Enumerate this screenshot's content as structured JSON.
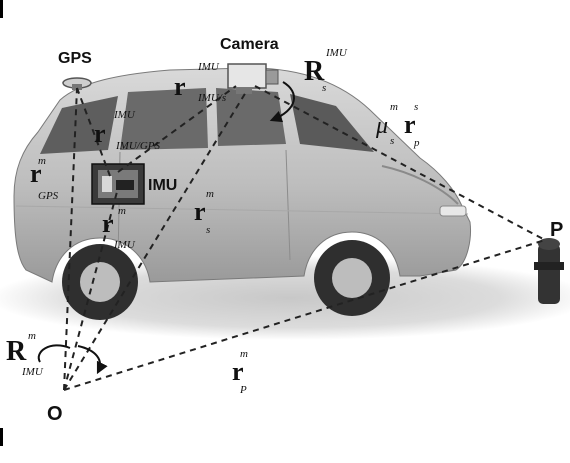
{
  "diagram": {
    "labels": {
      "gps": "GPS",
      "camera": "Camera",
      "imu": "IMU",
      "point_p": "P",
      "origin_o": "O"
    },
    "symbols": {
      "r_imu_imus": {
        "base": "r",
        "sup": "IMU",
        "sub": "IMU/s"
      },
      "r_imu_imugps": {
        "base": "r",
        "sup": "IMU",
        "sub": "IMU/GPS"
      },
      "r_m_gps": {
        "base": "r",
        "sup": "m",
        "sub": "GPS"
      },
      "r_m_imu": {
        "base": "r",
        "sup": "m",
        "sub": "IMU"
      },
      "r_m_s": {
        "base": "r",
        "sup": "m",
        "sub": "s"
      },
      "mu_m_s": {
        "base": "μ",
        "sup": "m",
        "sub": "s"
      },
      "r_s_p": {
        "base": "r",
        "sup": "s",
        "sub": "p"
      },
      "R_imu_s": {
        "base": "R",
        "sup": "IMU",
        "sub": "s"
      },
      "R_m_imu": {
        "base": "R",
        "sup": "m",
        "sub": "IMU"
      },
      "r_m_p": {
        "base": "r",
        "sup": "m",
        "sub": "P"
      }
    }
  }
}
